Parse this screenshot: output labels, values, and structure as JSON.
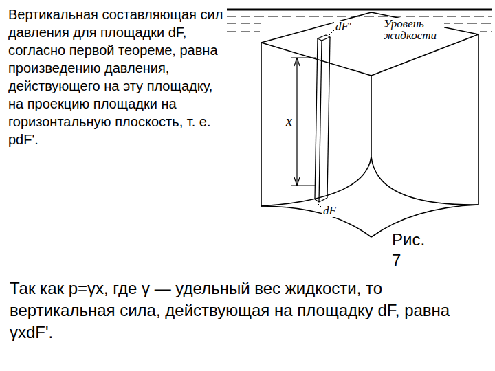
{
  "diagram": {
    "caption": "Рис. 7",
    "labels": [
      "Вертикальная составляющая сил давления для площадки dF, согласно первой теореме, равна произведению давления, действующего на эту площадку, на проекцию площадки на горизонтальную плоскость, т. е. pdF'.",
      "Так как p=γx, где γ — удельный вес жидкости, то вертикальная сила, действующая на площадку dF, равна γxdF'.",
      "Уровень жидкости",
      "dF'",
      "x",
      "dF"
    ]
  }
}
